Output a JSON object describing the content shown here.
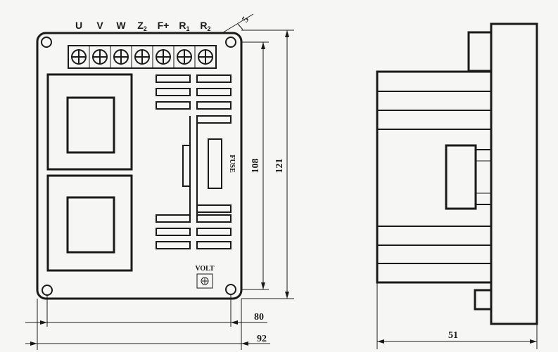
{
  "terminals": [
    {
      "main": "U",
      "sub": ""
    },
    {
      "main": "V",
      "sub": ""
    },
    {
      "main": "W",
      "sub": ""
    },
    {
      "main": "Z",
      "sub": "2"
    },
    {
      "main": "F+",
      "sub": ""
    },
    {
      "main": "R",
      "sub": "1"
    },
    {
      "main": "R",
      "sub": "2"
    }
  ],
  "labels": {
    "fuse": "FUSE",
    "volt": "VOLT",
    "hole_dim": "5"
  },
  "dimensions": {
    "height_inner": "108",
    "height_outer": "121",
    "width_inner": "80",
    "width_outer": "92",
    "depth": "51"
  },
  "colors": {
    "line": "#1a1a1a",
    "background": "#f6f6f4",
    "panel": "#ffffff"
  }
}
